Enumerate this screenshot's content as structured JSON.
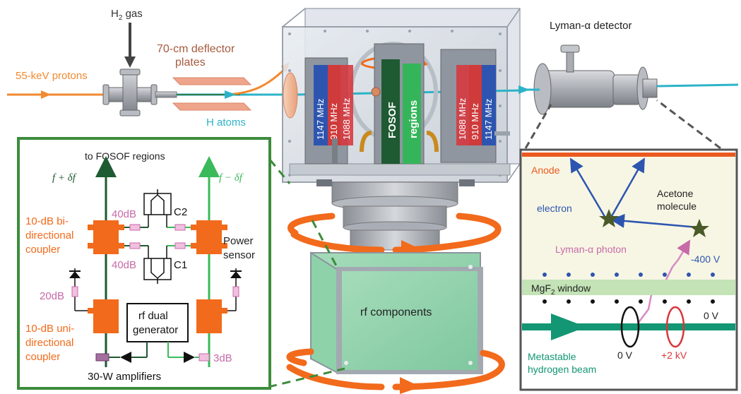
{
  "colors": {
    "proton": "#f28a30",
    "hatoms": "#2db3c8",
    "orange": "#f26a1b",
    "green_dark": "#1e5a32",
    "green_frame": "#3c8c3c",
    "green_light": "#3aba5a",
    "pink": "#c76aa8",
    "blue": "#2d55b0",
    "red": "#d8373c",
    "teal": "#129673",
    "gray_frame": "#555555",
    "olive_star": "#4a5a28",
    "anode": "#ea5a20"
  },
  "beamline": {
    "h2_gas": "H",
    "h2_sub": "2",
    "h2_rest": " gas",
    "deflector_line1": "70-cm deflector",
    "deflector_line2": "plates",
    "protons": "55-keV protons",
    "h_atoms": "H atoms",
    "detector": "Lyman-α detector"
  },
  "chamber": {
    "left_freqs": [
      "1147 MHz",
      "910 MHz",
      "1088 MHz"
    ],
    "right_freqs": [
      "1088 MHz",
      "910 MHz",
      "1147 MHz"
    ],
    "fosof": "FOSOF",
    "regions": "regions",
    "rf_components": "rf components"
  },
  "circuit": {
    "to_fosof": "to FOSOF regions",
    "f_plus": "f + δf",
    "f_minus": "f − δf",
    "bi_coupler": [
      "10-dB bi-",
      "directional",
      "coupler"
    ],
    "uni_coupler": [
      "10-dB uni-",
      "directional",
      "coupler"
    ],
    "att_40_top": "40dB",
    "att_40_bottom": "40dB",
    "c2": "C2",
    "c1": "C1",
    "power_sensor": [
      "Power",
      "sensor"
    ],
    "att_20": "20dB",
    "att_3": "3dB",
    "generator": [
      "rf dual",
      "generator"
    ],
    "amplifiers": "30-W amplifiers"
  },
  "detector_inset": {
    "anode": "Anode",
    "electron": "electron",
    "acetone": [
      "Acetone",
      "molecule"
    ],
    "photon": "Lyman-α photon",
    "v_minus400": "-400 V",
    "mgf2": "MgF",
    "mgf2_sub": "2",
    "mgf2_rest": " window",
    "v0_right": "0 V",
    "v0_ring": "0 V",
    "v_plus2kv": "+2 kV",
    "beam": [
      "Metastable",
      "hydrogen beam"
    ]
  }
}
